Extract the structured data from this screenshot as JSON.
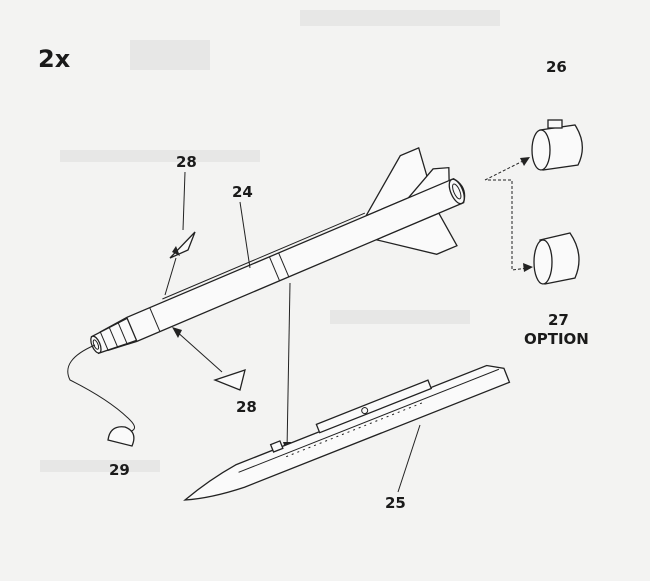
{
  "diagram": {
    "quantity": "2x",
    "parts": {
      "p24": "24",
      "p25": "25",
      "p26": "26",
      "p27": "27",
      "p27_note": "OPTION",
      "p28_top": "28",
      "p28_bottom": "28",
      "p29": "29"
    }
  }
}
